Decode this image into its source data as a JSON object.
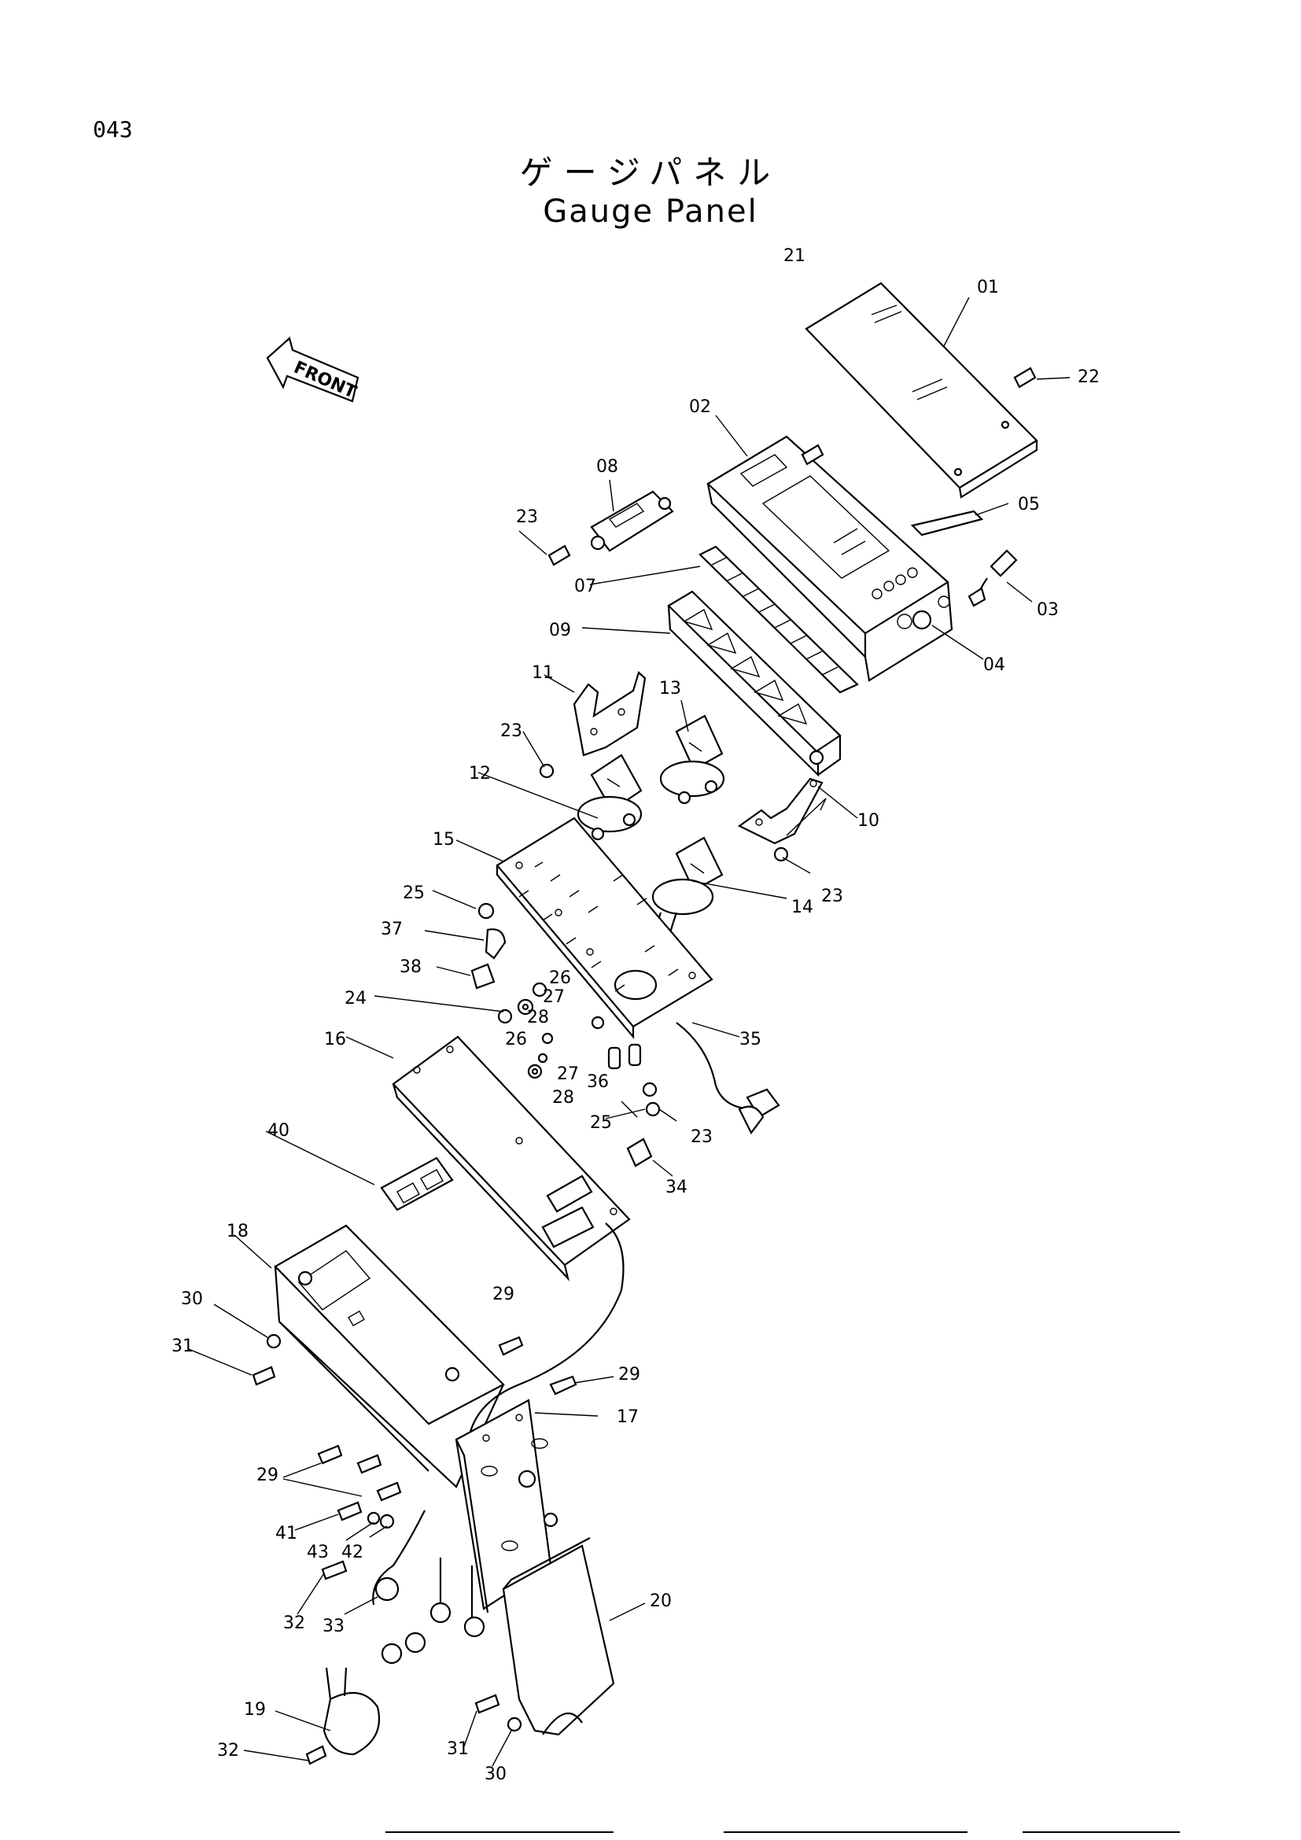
{
  "page_number": "043",
  "title_jp": "ゲージパネル",
  "title_en": "Gauge Panel",
  "front_arrow_label": "FRONT",
  "callouts": {
    "c01": "01",
    "c02": "02",
    "c03": "03",
    "c04": "04",
    "c05": "05",
    "c07": "07",
    "c08": "08",
    "c09": "09",
    "c10": "10",
    "c11": "11",
    "c12": "12",
    "c13": "13",
    "c14": "14",
    "c15": "15",
    "c16": "16",
    "c17": "17",
    "c18": "18",
    "c19": "19",
    "c20": "20",
    "c21": "21",
    "c22": "22",
    "c23a": "23",
    "c23b": "23",
    "c23c": "23",
    "c23d": "23",
    "c24": "24",
    "c25a": "25",
    "c25b": "25",
    "c26a": "26",
    "c26b": "26",
    "c27a": "27",
    "c27b": "27",
    "c28a": "28",
    "c28b": "28",
    "c29a": "29",
    "c29b": "29",
    "c29c": "29",
    "c30a": "30",
    "c30b": "30",
    "c31a": "31",
    "c31b": "31",
    "c32a": "32",
    "c32b": "32",
    "c33": "33",
    "c34": "34",
    "c35": "35",
    "c36": "36",
    "c37": "37",
    "c38": "38",
    "c40": "40",
    "c41": "41",
    "c42": "42",
    "c43": "43"
  }
}
